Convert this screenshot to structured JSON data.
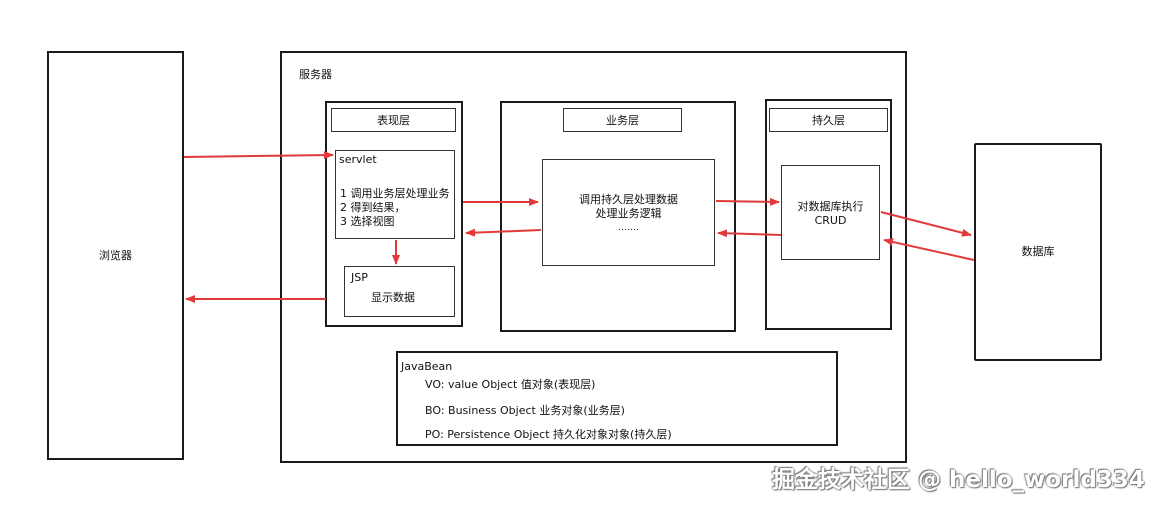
{
  "browser": {
    "label": "浏览器"
  },
  "server": {
    "label": "服务器"
  },
  "presentation": {
    "title": "表现层",
    "servlet": {
      "title": "servlet",
      "lines": [
        "1 调用业务层处理业务",
        "2 得到结果，",
        "3 选择视图"
      ]
    },
    "jsp": {
      "title": "JSP",
      "text": "显示数据"
    }
  },
  "business": {
    "title": "业务层",
    "lines": [
      "调用持久层处理数据",
      "处理业务逻辑",
      "……."
    ]
  },
  "persistence": {
    "title": "持久层",
    "lines": [
      "对数据库执行",
      "CRUD"
    ]
  },
  "database": {
    "label": "数据库"
  },
  "javabean": {
    "title": "JavaBean",
    "items": [
      "VO: value Object  值对象(表现层)",
      "BO: Business Object  业务对象(业务层)",
      "PO: Persistence Object  持久化对象对象(持久层)"
    ]
  },
  "watermark": "掘金技术社区 @ hello_world334",
  "colors": {
    "arrow": "#e23a3a",
    "border": "#1a1a1a"
  }
}
